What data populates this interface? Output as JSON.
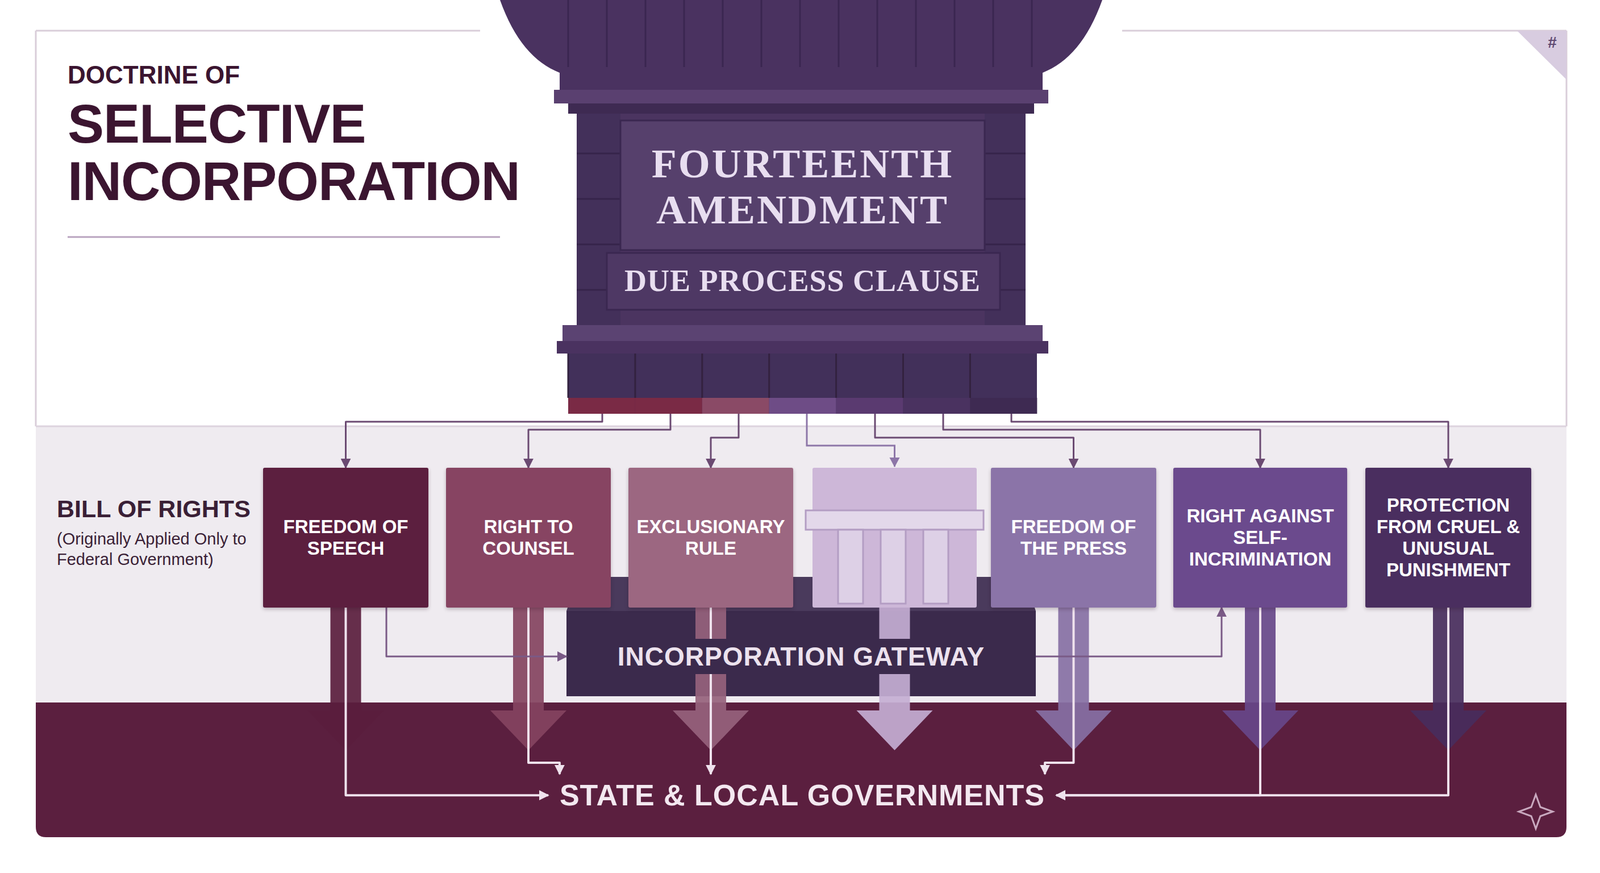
{
  "diagram": {
    "title": "SELECTIVE INCORPORATION",
    "nodes": [
      {
        "text": [
          "FOURTEENTH AMENDMENT",
          "DUE PROCESS CLAUSE"
        ]
      },
      {
        "text": [
          "FREEDOM OF SPEECH"
        ]
      },
      {
        "text": [
          "RIGHT TO COUNSEL"
        ]
      },
      {
        "text": [
          "EXCLUSIONARY RULE"
        ]
      },
      {
        "text": [
          "FREEDOM OF THE PRESS"
        ]
      },
      {
        "text": [
          "RIGHT AGAINST SELF-INCRIMINATION"
        ]
      },
      {
        "text": [
          "PROTECTION FROM CRUEL & UNUSUAL PUNISHMENT"
        ]
      },
      {
        "text": [
          "INCORPORATION GATEWAY"
        ]
      },
      {
        "text": [
          "STATE & LOCAL GOVERNMENTS"
        ]
      }
    ],
    "edges": [
      {
        "from": 0,
        "to": 1,
        "arrow": "to"
      },
      {
        "from": 0,
        "to": 2,
        "arrow": "to"
      },
      {
        "from": 0,
        "to": 3,
        "arrow": "to"
      },
      {
        "from": 0,
        "to": 4,
        "arrow": "to"
      },
      {
        "from": 0,
        "to": 5,
        "arrow": "to"
      },
      {
        "from": 0,
        "to": 6,
        "arrow": "to"
      },
      {
        "from": 1,
        "to": 8,
        "arrow": "to"
      },
      {
        "from": 2,
        "to": 8,
        "arrow": "to"
      },
      {
        "from": 3,
        "to": 8,
        "arrow": "to"
      },
      {
        "from": 4,
        "to": 8,
        "arrow": "to"
      },
      {
        "from": 5,
        "to": 8,
        "arrow": "to"
      },
      {
        "from": 6,
        "to": 8,
        "arrow": "to"
      },
      {
        "from": 1,
        "to": 7,
        "arrow": "to"
      },
      {
        "from": 7,
        "to": 5,
        "arrow": "to"
      }
    ],
    "labels": [
      "DOCTRINE OF",
      "BILL OF RIGHTS",
      "(Originally Applied Only to Federal Government)",
      "#"
    ]
  }
}
